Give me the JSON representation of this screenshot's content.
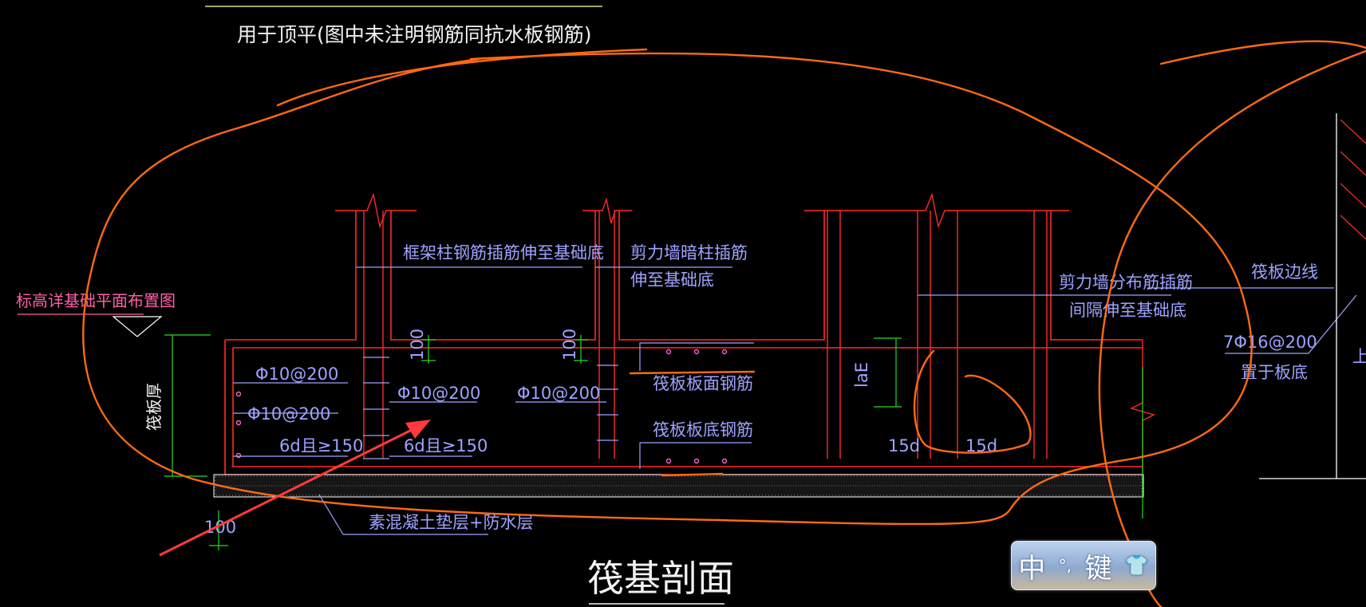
{
  "drawing": {
    "top_note": "用于顶平(图中未注明钢筋同抗水板钢筋)",
    "section_title": "筏基剖面",
    "elevation_note": "标高详基础平面布置图",
    "raft_thickness_label": "筏板厚",
    "column_rebar_note": "框架柱钢筋插筋伸至基础底",
    "shear_wall_column_note_1": "剪力墙暗柱插筋",
    "shear_wall_column_note_2": "伸至基础底",
    "shear_wall_dist_note_1": "剪力墙分布筋插筋",
    "shear_wall_dist_note_2": "间隔伸至基础底",
    "raft_edge_line": "筏板边线",
    "edge_rebar": "7Φ16@200",
    "edge_rebar_note": "置于板底",
    "right_cut_label": "上",
    "rebar_left_1": "Φ10@200",
    "rebar_left_2": "Φ10@200",
    "rebar_mid_1": "Φ10@200",
    "rebar_mid_2": "Φ10@200",
    "spacing_1": "6d且≥150",
    "spacing_2": "6d且≥150",
    "dim_100_a": "100",
    "dim_100_b": "100",
    "dim_100_c": "100",
    "top_rebar": "筏板板面钢筋",
    "bottom_rebar": "筏板板底钢筋",
    "anchorage": "laE",
    "hook_left": "15d",
    "hook_right": "15d",
    "cushion_note": "素混凝土垫层+防水层"
  },
  "ime_toolbar": {
    "lang": "中",
    "punct": "°,",
    "key": "键",
    "skin": "👕"
  },
  "colors": {
    "background": "#000000",
    "red": "#ff2a2a",
    "text": "#9ea3ff",
    "green": "#22dd22",
    "markup": "#ff6a13",
    "white": "#ffffff",
    "magenta": "#ff5fd1"
  }
}
